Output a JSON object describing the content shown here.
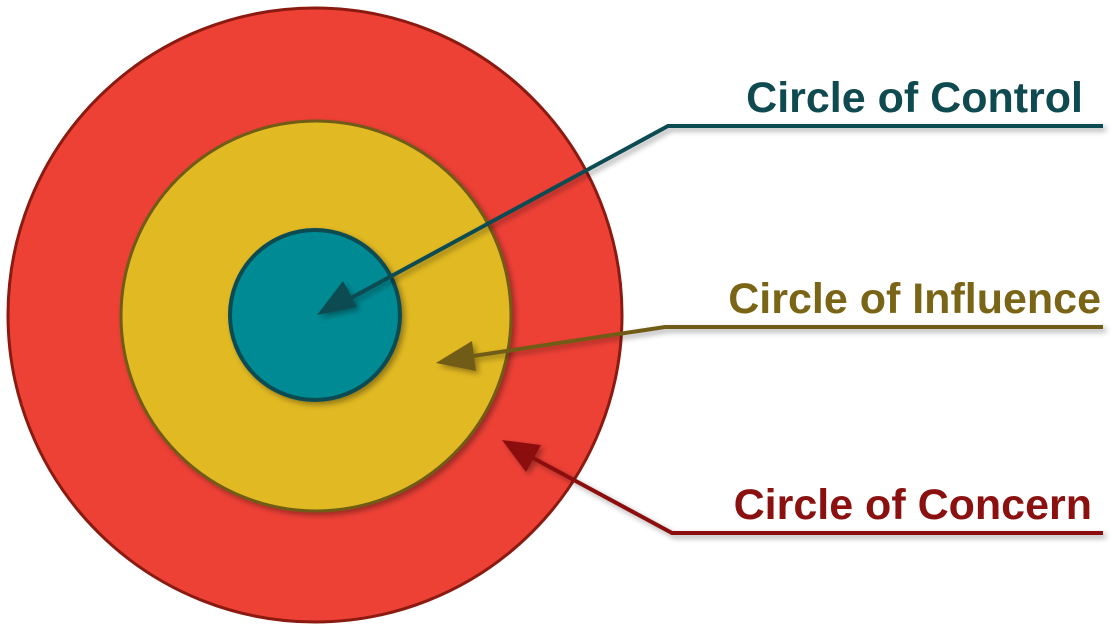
{
  "labels": {
    "control": "Circle of Control",
    "influence": "Circle of Influence",
    "concern": "Circle of Concern"
  },
  "colors": {
    "concern_fill": "#ee4136",
    "concern_stroke": "#8b1a10",
    "influence_fill": "#e1b924",
    "influence_stroke": "#6f5c14",
    "control_fill": "#008b94",
    "control_stroke": "#0b4b52",
    "control_text": "#0e4a4f",
    "influence_text": "#7a6416",
    "concern_text": "#8b1010"
  }
}
